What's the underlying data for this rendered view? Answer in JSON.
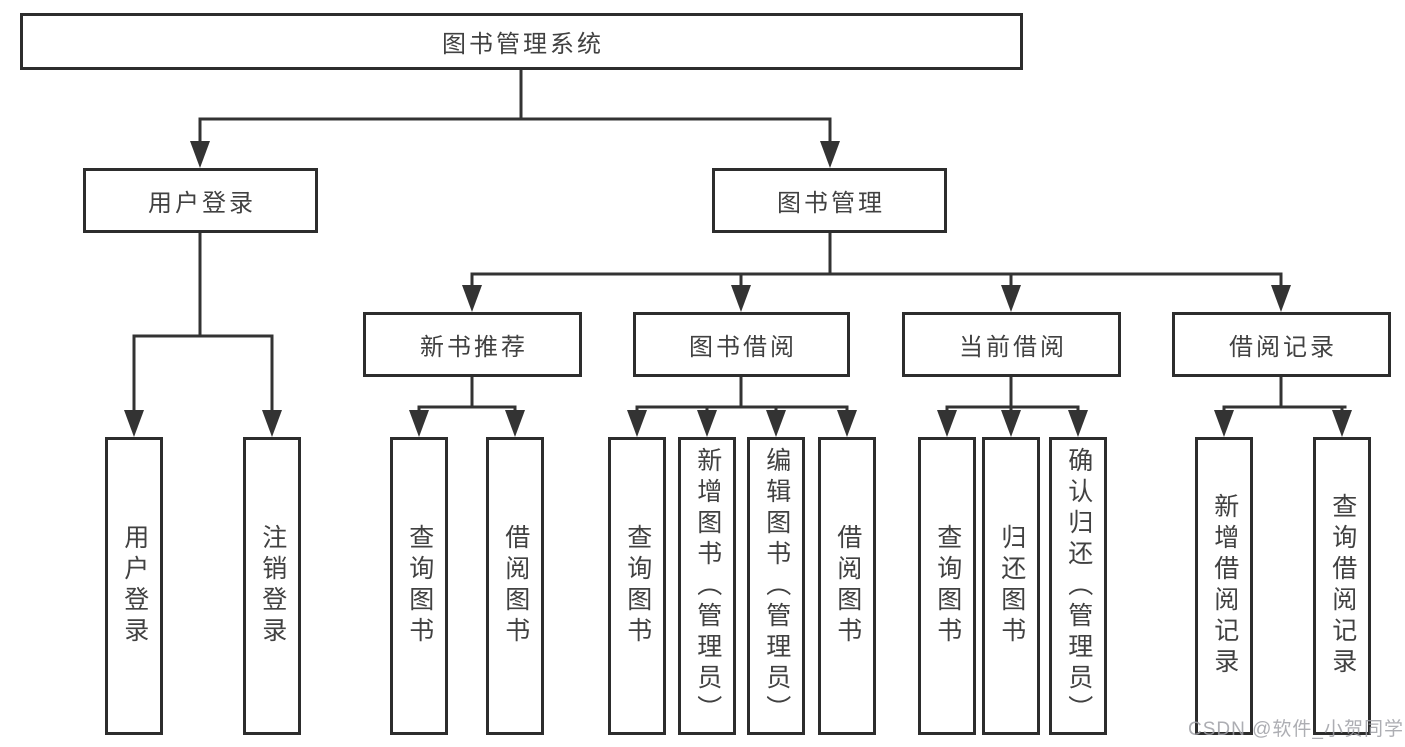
{
  "colors": {
    "background": "#ffffff",
    "box_border": "#2d2d2d",
    "connector_line": "#333333",
    "text": "#414141",
    "watermark_text": "#9fa0a6"
  },
  "tree": {
    "root": {
      "label": "图书管理系统"
    },
    "branches": [
      {
        "label": "用户登录",
        "children": [
          "用户登录",
          "注销登录"
        ]
      },
      {
        "label": "图书管理",
        "sections": [
          {
            "label": "新书推荐",
            "children": [
              "查询图书",
              "借阅图书"
            ]
          },
          {
            "label": "图书借阅",
            "children": [
              "查询图书",
              "新增图书（管理员）",
              "编辑图书（管理员）",
              "借阅图书"
            ]
          },
          {
            "label": "当前借阅",
            "children": [
              "查询图书",
              "归还图书",
              "确认归还（管理员）"
            ]
          },
          {
            "label": "借阅记录",
            "children": [
              "新增借阅记录",
              "查询借阅记录"
            ]
          }
        ]
      }
    ]
  },
  "watermark": {
    "text": "CSDN @软件_小贺同学"
  }
}
